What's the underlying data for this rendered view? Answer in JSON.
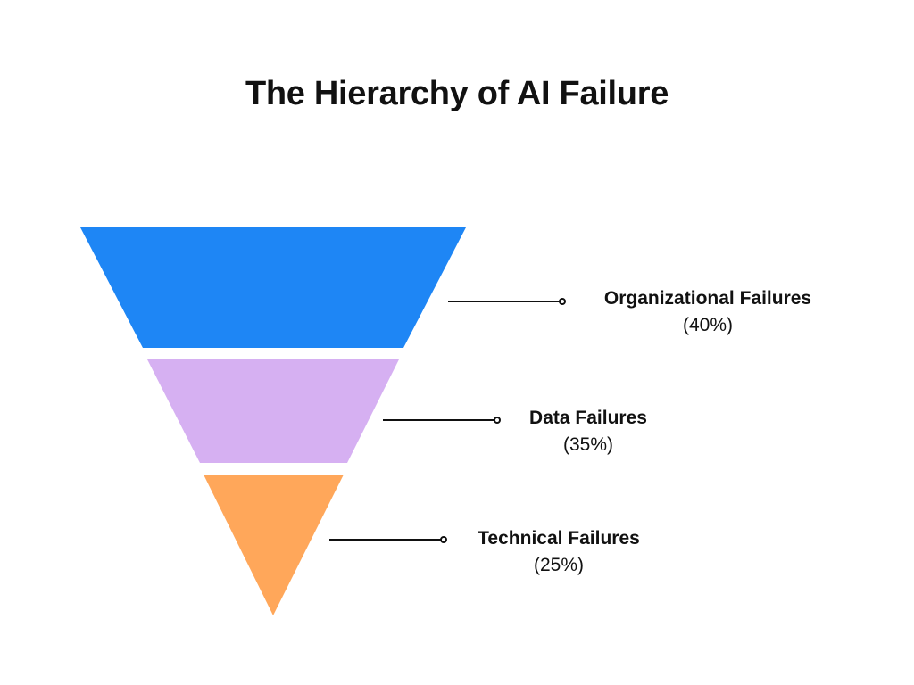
{
  "title": "The Hierarchy of AI Failure",
  "chart_data": {
    "type": "funnel",
    "title": "The Hierarchy of AI Failure",
    "segments": [
      {
        "name": "Organizational Failures",
        "value": 40,
        "label": "(40%)",
        "color": "#1e86f5"
      },
      {
        "name": "Data Failures",
        "value": 35,
        "label": "(35%)",
        "color": "#d6b0f2"
      },
      {
        "name": "Technical Failures",
        "value": 25,
        "label": "(25%)",
        "color": "#ffa75a"
      }
    ]
  }
}
